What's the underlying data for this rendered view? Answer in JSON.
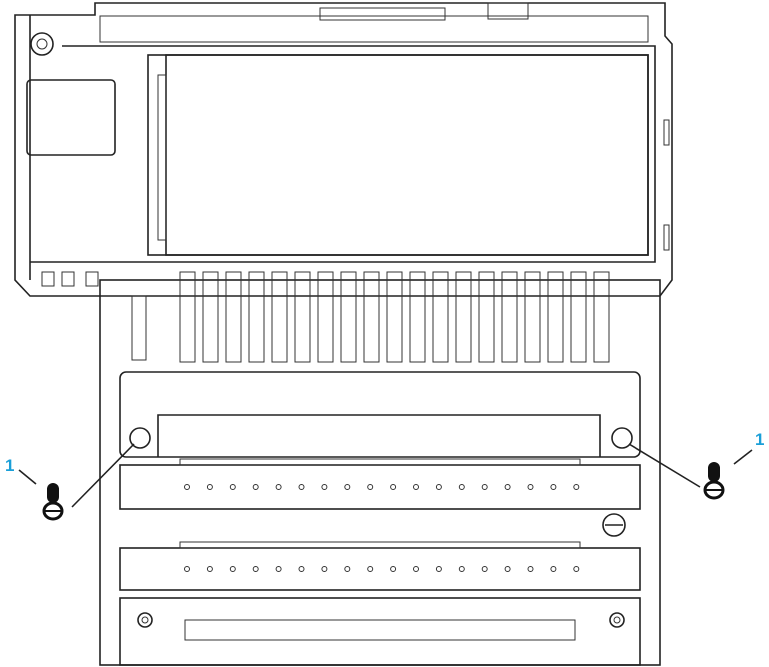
{
  "callouts": [
    {
      "label": "1",
      "target": "left-mounting-screw"
    },
    {
      "label": "1",
      "target": "right-mounting-screw"
    }
  ],
  "colors": {
    "callout": "#1a9fd8",
    "line": "#222222"
  },
  "counts": {
    "terminal_slots": 19,
    "terminal_holes_per_row": 18
  }
}
